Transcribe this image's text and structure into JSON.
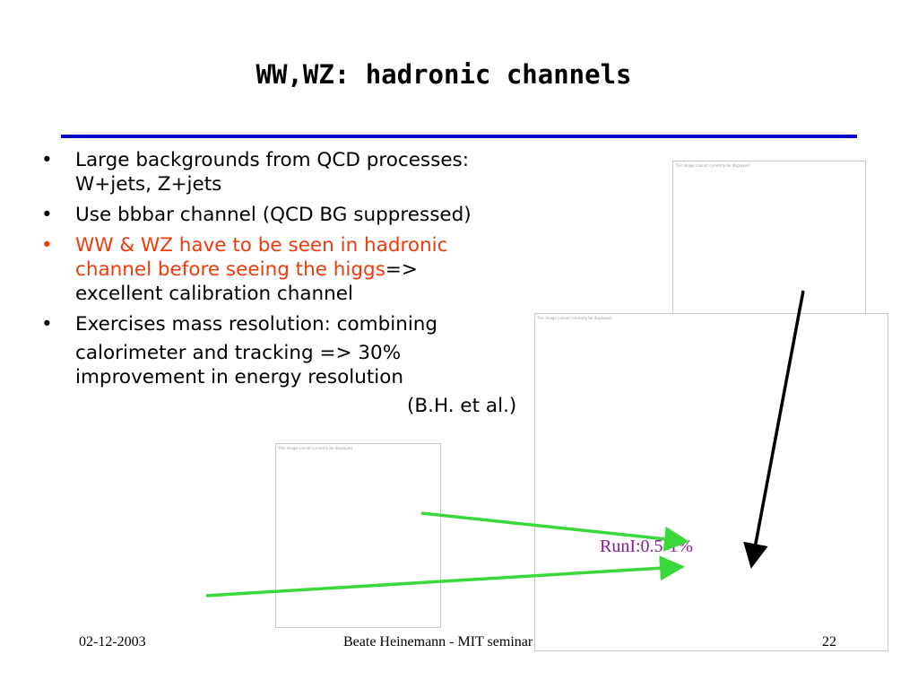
{
  "title": "WW,WZ: hadronic channels",
  "bullets": [
    {
      "lines": [
        "Large backgrounds from QCD processes:",
        "W+jets, Z+jets"
      ]
    },
    {
      "lines": [
        "Use bbbar channel (QCD BG suppressed)"
      ]
    },
    {
      "highlight_line1": "WW & WZ have to be seen in hadronic",
      "highlight_line2": "channel before seeing the higgs",
      "arrow_text": "=>",
      "line3": "excellent calibration channel"
    },
    {
      "lines": [
        "Exercises mass resolution: combining",
        "calorimeter and tracking => 30%",
        "improvement in energy resolution",
        "(B.H. et al.)"
      ]
    }
  ],
  "bullet_symbol": "•",
  "placeholder_text": "This image cannot currently be displayed.",
  "annotation": "RunI:0.5-1%",
  "footer": {
    "date": "02-12-2003",
    "center": "Beate Heinemann - MIT seminar",
    "page": "22"
  },
  "colors": {
    "rule": "#0a0ac8",
    "highlight": "#f03a0a",
    "annotation": "#8a1a9a",
    "green_arrow": "#3ad83a",
    "black_arrow": "#000000"
  },
  "icons": [
    "broken-image-icon",
    "green-arrow",
    "black-arrow"
  ]
}
